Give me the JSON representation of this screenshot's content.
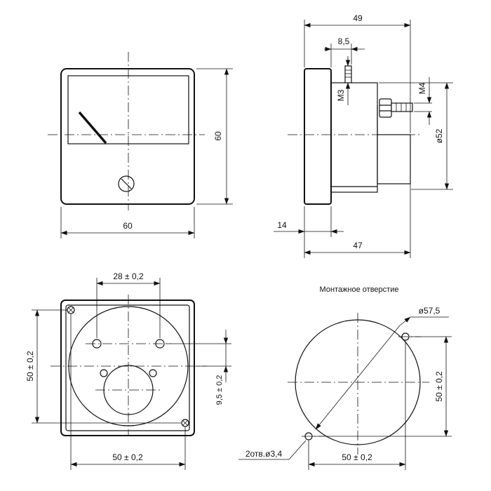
{
  "front_view": {
    "width_dim": "60",
    "height_dim": "60"
  },
  "side_view": {
    "overall_length": "49",
    "terminal_spacing": "8,5",
    "thread_m3": "M3",
    "thread_m4": "M4",
    "body_diameter": "ø52",
    "flange_depth": "14",
    "body_length": "47"
  },
  "rear_view": {
    "terminal_spacing": "28 ± 0,2",
    "vertical_offset": "9,5 ± 0,2",
    "hole_spacing_v": "50 ± 0,2",
    "hole_spacing_h": "50 ± 0,2"
  },
  "mounting": {
    "title": "Монтажное отверстие",
    "cutout_diameter": "ø57,5",
    "hole_spacing_v": "50 ± 0,2",
    "hole_spacing_h": "50 ± 0,2",
    "holes_label": "2отв.ø3,4"
  }
}
